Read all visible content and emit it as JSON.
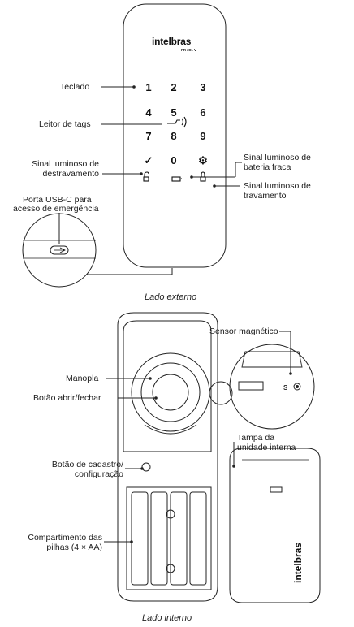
{
  "external": {
    "brand": "intelbras",
    "model": "FR 201 V",
    "keys": [
      "1",
      "2",
      "3",
      "4",
      "5",
      "6",
      "7",
      "8",
      "9",
      "✓",
      "0",
      "⚙"
    ],
    "labels": {
      "keypad": "Teclado",
      "tag_reader": "Leitor de tags",
      "unlock_light_1": "Sinal luminoso de",
      "unlock_light_2": "destravamento",
      "low_battery_1": "Sinal luminoso de",
      "low_battery_2": "bateria fraca",
      "lock_light_1": "Sinal luminoso de",
      "lock_light_2": "travamento",
      "usb_1": "Porta USB-C para",
      "usb_2": "acesso de emergência"
    },
    "caption": "Lado externo"
  },
  "internal": {
    "brand": "intelbras",
    "labels": {
      "magnetic_sensor": "Sensor magnético",
      "knob": "Manopla",
      "open_close_button": "Botão abrir/fechar",
      "register_button_1": "Botão de cadastro/",
      "register_button_2": "configuração",
      "battery_compartment_1": "Compartimento das",
      "battery_compartment_2": "pilhas (4 × AA)",
      "cover_1": "Tampa da",
      "cover_2": "unidade interna"
    },
    "sensor_letter": "S",
    "caption": "Lado interno"
  }
}
